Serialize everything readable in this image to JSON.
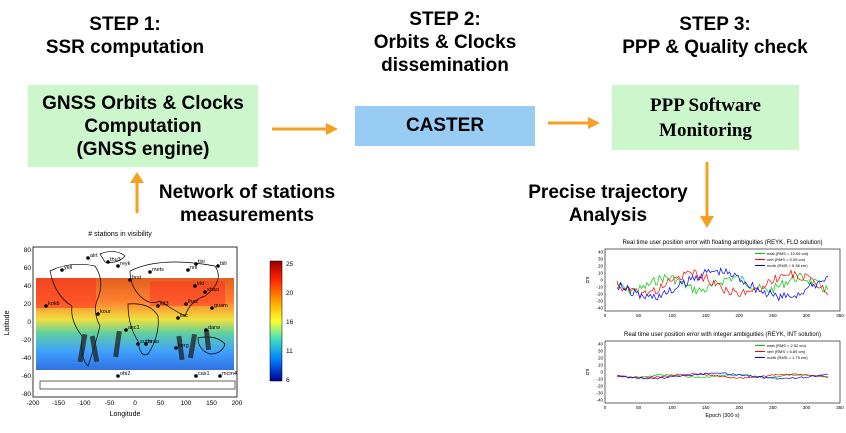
{
  "steps": [
    {
      "line1": "STEP 1:",
      "line2": "SSR computation"
    },
    {
      "line1": "STEP 2:",
      "line2": "Orbits & Clocks",
      "line3": "dissemination"
    },
    {
      "line1": "STEP 3:",
      "line2": "PPP & Quality check"
    }
  ],
  "boxes": {
    "engine": {
      "line1": "GNSS Orbits & Clocks",
      "line2": "Computation",
      "line3": "(GNSS engine)",
      "color": "#ccf7cc"
    },
    "caster": {
      "label": "CASTER",
      "color": "#99ccf2"
    },
    "ppp": {
      "line1": "PPP Software",
      "line2": "Monitoring",
      "color": "#ccf7cc"
    }
  },
  "captions": {
    "network": {
      "line1": "Network of stations",
      "line2": "measurements"
    },
    "trajectory": {
      "line1": "Precise trajectory",
      "line2": "Analysis"
    }
  },
  "arrow_color": "#f5a020",
  "map": {
    "title": "# stations in visibility",
    "xlabel": "Longitude",
    "ylabel": "Latitude",
    "xticks": [
      "-200",
      "-150",
      "-100",
      "-50",
      "0",
      "50",
      "100",
      "150",
      "200"
    ],
    "yticks": [
      "80",
      "60",
      "40",
      "20",
      "0",
      "-20",
      "-40",
      "-60",
      "-80"
    ],
    "colorbar_ticks": [
      "25",
      "20",
      "16",
      "11",
      "6"
    ],
    "stations": [
      "alrt",
      "thu3",
      "yell",
      "reyk",
      "tixi",
      "bili",
      "nril",
      "mets",
      "kour",
      "brst",
      "irkt",
      "shao",
      "guam",
      "kerg",
      "mcm4",
      "cas1",
      "ohi2",
      "asc1",
      "lhaz",
      "kit3",
      "sutm",
      "hrao",
      "iisc",
      "darw",
      "kokb"
    ]
  },
  "plots": {
    "top": {
      "title": "Real time user position error with floating ambiguities (REYK, FLO solution)",
      "legend": [
        "east (RMS = 12.06 cm)",
        "vert (RMS = 9.09 cm)",
        "north (RMS = 5.36 cm)"
      ],
      "ylabel": "cm",
      "yticks": [
        "40",
        "30",
        "20",
        "10",
        "0",
        "-10",
        "-20",
        "-30",
        "-40"
      ],
      "xticks": [
        "0",
        "50",
        "100",
        "150",
        "200",
        "250",
        "300",
        "350"
      ]
    },
    "bottom": {
      "title": "Real time user position error with integer ambiguities (REYK, INT solution)",
      "legend": [
        "east (RMS = 2.52 cm)",
        "vert (RMS = 6.89 cm)",
        "north (RMS = 1.79 cm)"
      ],
      "ylabel": "cm",
      "yticks": [
        "40",
        "30",
        "20",
        "10",
        "0",
        "-10",
        "-20",
        "-30",
        "-40"
      ],
      "xticks": [
        "0",
        "50",
        "100",
        "150",
        "200",
        "250",
        "300",
        "350"
      ],
      "xlabel": "Epoch (300 s)"
    },
    "series_colors": [
      "#00cc00",
      "#ff0000",
      "#0000ff"
    ]
  }
}
